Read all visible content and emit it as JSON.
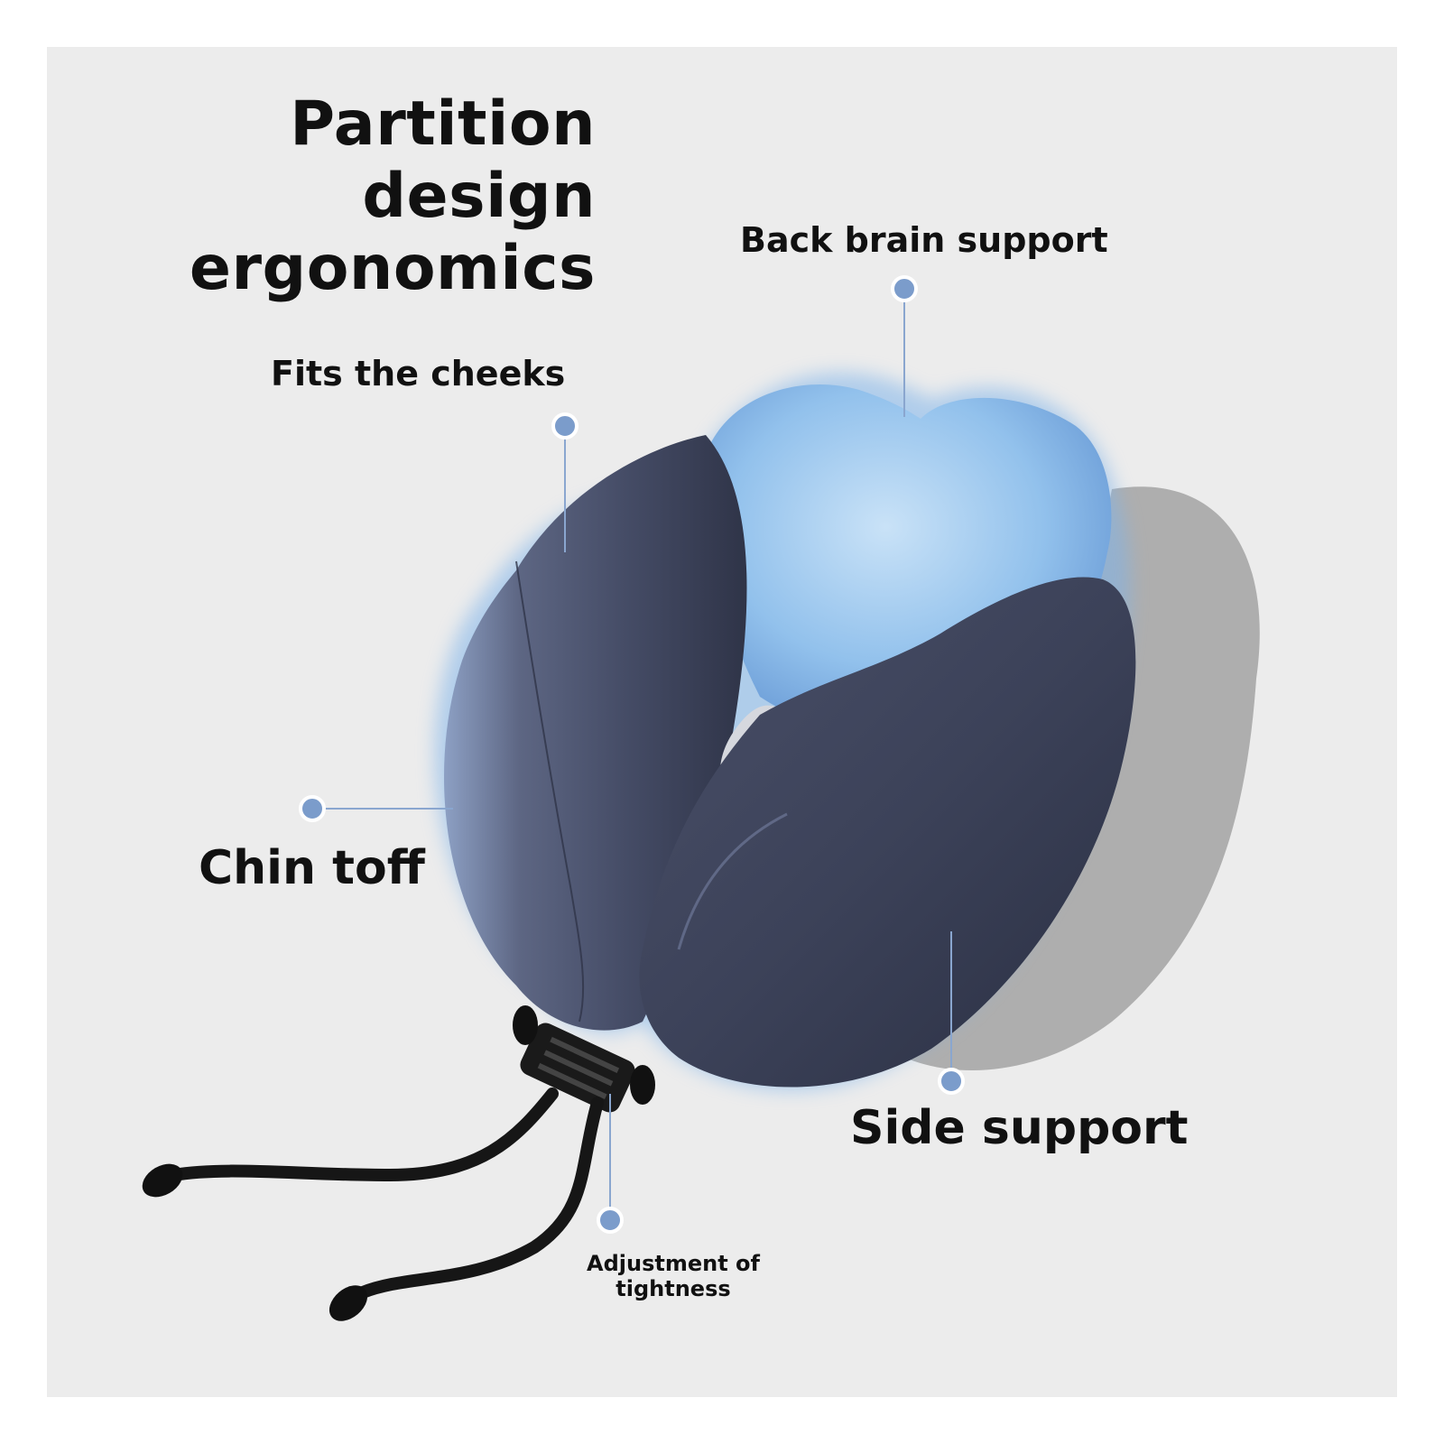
{
  "headline": {
    "line1": "Partition",
    "line2": "design",
    "line3": "ergonomics"
  },
  "callouts": {
    "back_brain": "Back brain support",
    "cheeks": "Fits the cheeks",
    "chin": "Chin toff",
    "side": "Side support",
    "adjust_line1": "Adjustment of",
    "adjust_line2": "tightness"
  },
  "colors": {
    "background": "#ececec",
    "pillow_fabric": "#3a4057",
    "memory_foam": "#8bbcea",
    "callout_dot": "#7b9ccb",
    "cord": "#1a1a1a",
    "text": "#111111"
  }
}
